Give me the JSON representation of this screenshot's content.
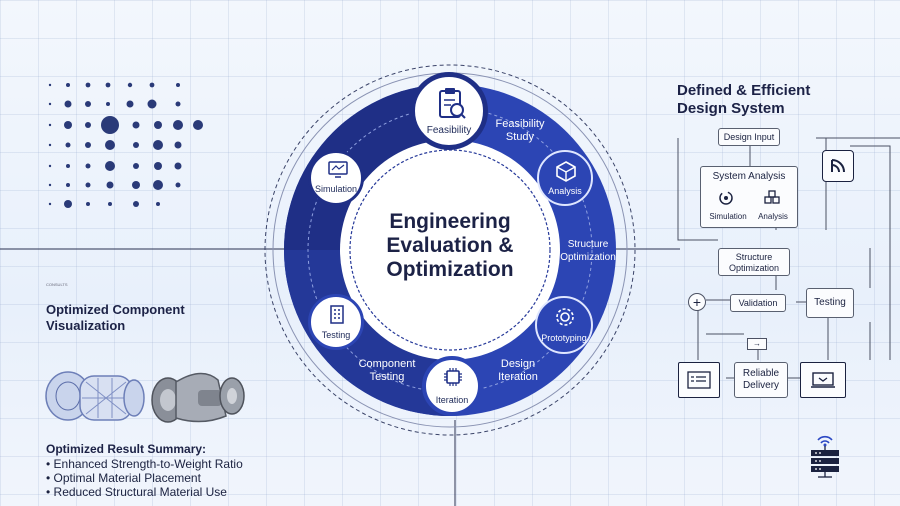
{
  "center": {
    "title_lines": [
      "Engineering",
      "Evaluation &",
      "Optimization"
    ]
  },
  "nodes": {
    "feasibility": "Feasibility",
    "analysis": "Analysis",
    "prototyping": "Prototyping",
    "iteration": "Iteration",
    "testing": "Testing",
    "simulation": "Simulation"
  },
  "ring_labels": {
    "feasibility_study": [
      "Feasibility",
      "Study"
    ],
    "structure_optimization": [
      "Structure",
      "Optimization"
    ],
    "design_iteration": [
      "Design",
      "Iteration"
    ],
    "component_testing": [
      "Component",
      "Testing"
    ]
  },
  "left": {
    "tiny_caption": "CONSULTS",
    "viz_heading_lines": [
      "Optimized Component",
      "Visualization"
    ],
    "summary_title": "Optimized Result Summary:",
    "summary_items": [
      "Enhanced Strength-to-Weight Ratio",
      "Optimal Material Placement",
      "Reduced Structural Material Use"
    ]
  },
  "right": {
    "heading_lines": [
      "Defined & Efficient",
      "Design System"
    ],
    "design_input": "Design Input",
    "system_analysis": "System Analysis",
    "simulation": "Simulation",
    "analysis": "Analysis",
    "structure_optimization_lines": [
      "Structure",
      "Optimization"
    ],
    "validation": "Validation",
    "testing": "Testing",
    "reliable_delivery_lines": [
      "Reliable",
      "Delivery"
    ]
  },
  "colors": {
    "ring_dark": "#1f2f86",
    "ring_mid": "#2f46b8",
    "accent": "#2c48c4"
  },
  "icons": [
    "clipboard-icon",
    "cube-icon",
    "gear-icon",
    "chip-icon",
    "building-icon",
    "monitor-icon",
    "wifi-icon",
    "server-icon",
    "plus-icon",
    "document-icon",
    "laptop-icon"
  ]
}
